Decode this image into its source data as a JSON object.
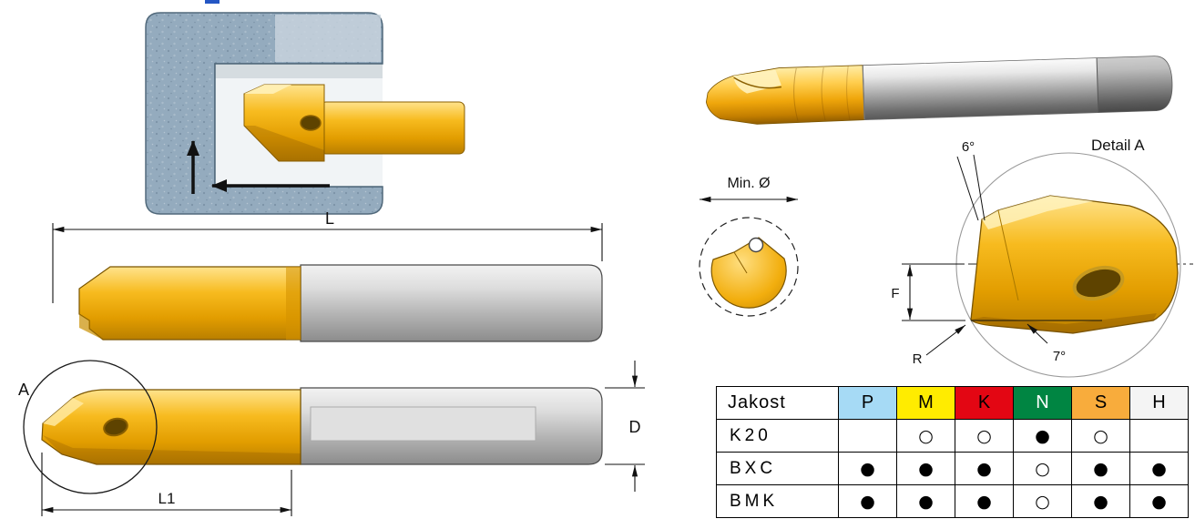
{
  "labels": {
    "dim_L": "L",
    "dim_L1": "L1",
    "dim_D": "D",
    "dim_F": "F",
    "radius": "R",
    "detail_marker": "A",
    "detail_title": "Detail A",
    "min_diameter": "Min. Ø",
    "angle_front": "6°",
    "angle_clearance": "7°"
  },
  "grade_table": {
    "title": "Jakost",
    "columns": [
      {
        "label": "P",
        "bg": "#A6DAF5",
        "fg": "#000000"
      },
      {
        "label": "M",
        "bg": "#FFEC00",
        "fg": "#000000"
      },
      {
        "label": "K",
        "bg": "#E30613",
        "fg": "#000000"
      },
      {
        "label": "N",
        "bg": "#008542",
        "fg": "#FFFFFF"
      },
      {
        "label": "S",
        "bg": "#F8AC3C",
        "fg": "#000000"
      },
      {
        "label": "H",
        "bg": "#F4F4F4",
        "fg": "#000000"
      }
    ],
    "rows": [
      {
        "grade": "K20",
        "cells": [
          "",
          "○",
          "○",
          "●",
          "○",
          ""
        ]
      },
      {
        "grade": "BXC",
        "cells": [
          "●",
          "●",
          "●",
          "○",
          "●",
          "●"
        ]
      },
      {
        "grade": "BMK",
        "cells": [
          "●",
          "●",
          "●",
          "○",
          "●",
          "●"
        ]
      }
    ]
  },
  "colors": {
    "tool_gold": "#F2AE0E",
    "shank_steel": "#ACACAC",
    "workpiece": "#94ABBE",
    "line": "#111111"
  }
}
